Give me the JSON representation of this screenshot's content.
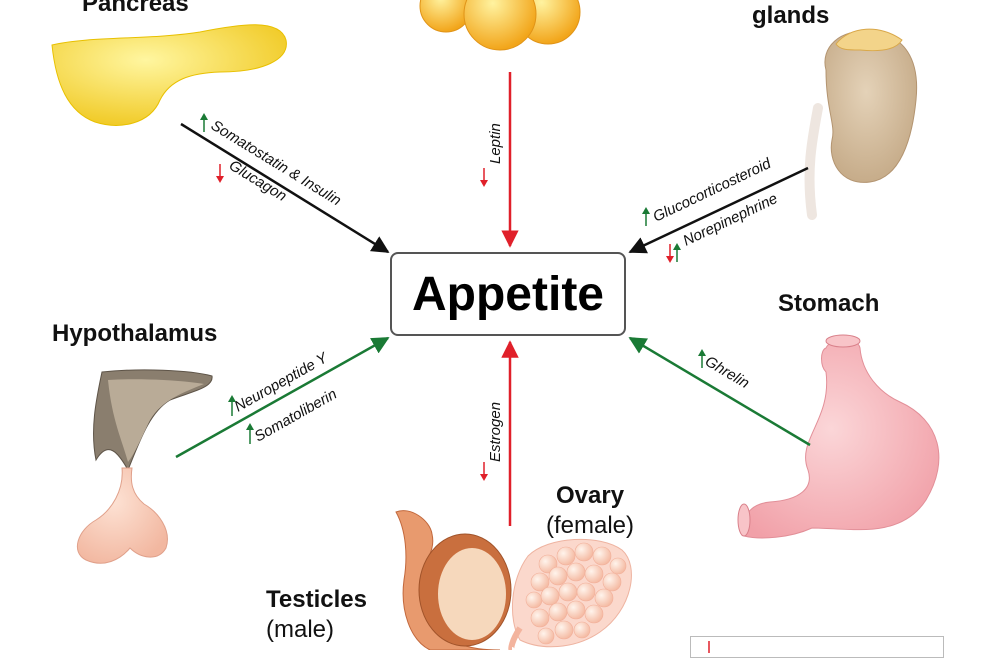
{
  "center": {
    "label": "Appetite"
  },
  "organs": {
    "pancreas": {
      "label": "Pancreas"
    },
    "adrenal": {
      "label": "glands"
    },
    "hypothalamus": {
      "label": "Hypothalamus"
    },
    "stomach": {
      "label": "Stomach"
    },
    "ovary": {
      "label": "Ovary",
      "sub": "(female)"
    },
    "testicles": {
      "label": "Testicles",
      "sub": "(male)"
    }
  },
  "hormones": {
    "somatostatin": {
      "label": "Somatostatin & Insulin",
      "direction": "up"
    },
    "glucagon": {
      "label": "Glucagon",
      "direction": "down"
    },
    "leptin": {
      "label": "Leptin",
      "direction": "down"
    },
    "glucocorticosteroid": {
      "label": "Glucocorticosteroid",
      "direction": "up"
    },
    "norepinephrine": {
      "label": "Norepinephrine",
      "direction": "up-down"
    },
    "neuropeptide": {
      "label": "Neuropeptide Y",
      "direction": "up"
    },
    "somatoliberin": {
      "label": "Somatoliberin",
      "direction": "up"
    },
    "estrogen": {
      "label": "Estrogen",
      "direction": "down"
    },
    "ghrelin": {
      "label": "Ghrelin",
      "direction": "up"
    }
  },
  "colors": {
    "increase": "#1a7a35",
    "decrease": "#e0202a",
    "mixed": "#111111"
  }
}
